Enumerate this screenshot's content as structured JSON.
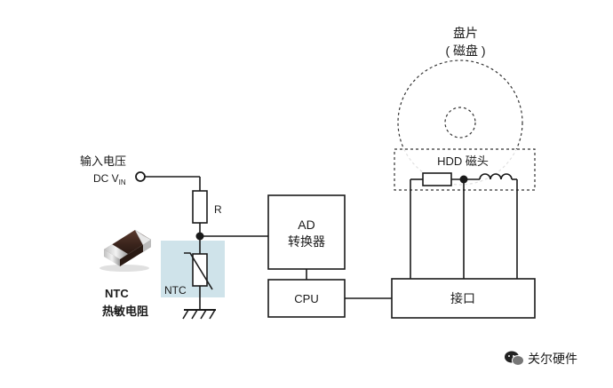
{
  "disk": {
    "title": "盘片",
    "subtitle": "( 磁盘 )"
  },
  "hdd_head": {
    "label": "HDD 磁头"
  },
  "input": {
    "label": "输入电压",
    "dc": "DC V",
    "subscript": "IN"
  },
  "resistor": {
    "label": "R"
  },
  "ntc_symbol": {
    "label": "NTC"
  },
  "ntc_part": {
    "line1": "NTC",
    "line2": "热敏电阻"
  },
  "ad": {
    "line1": "AD",
    "line2": "转换器"
  },
  "cpu": {
    "label": "CPU"
  },
  "interface": {
    "label": "接口"
  },
  "watermark": {
    "label": "关尔硬件"
  },
  "colors": {
    "ntc_highlight": "#cfe3ea",
    "line": "#1a1a1a"
  }
}
